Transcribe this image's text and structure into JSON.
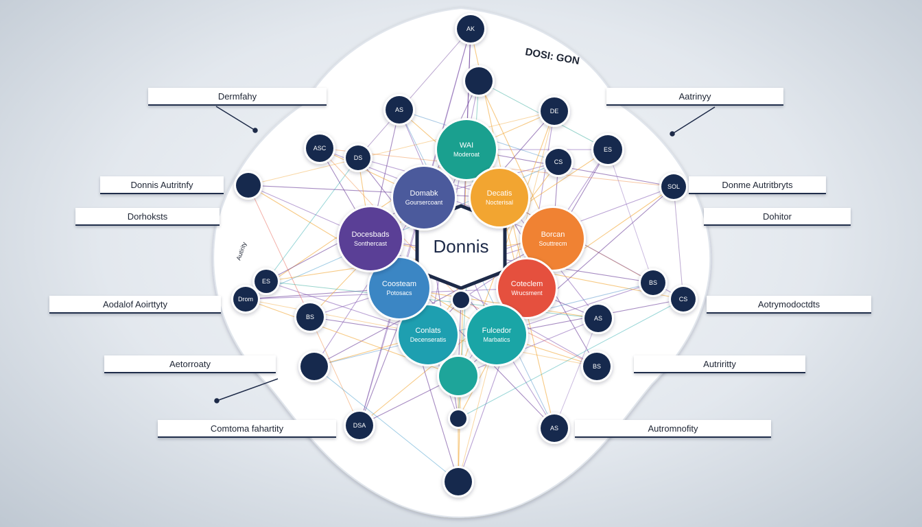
{
  "center": {
    "label": "Donnis"
  },
  "inner_circles": [
    {
      "line1": "WAI",
      "line2": "Moderoat",
      "color": "#1aa08f"
    },
    {
      "line1": "Decatis",
      "line2": "Nocterisal",
      "color": "#f2a531"
    },
    {
      "line1": "Borcan",
      "line2": "Souttrecm",
      "color": "#f08233"
    },
    {
      "line1": "Coteclem",
      "line2": "Wrucsment",
      "color": "#e5503e"
    },
    {
      "line1": "Fulcedor",
      "line2": "Marbatics",
      "color": "#1aa5a6"
    },
    {
      "line1": "Conlats",
      "line2": "Decenseratis",
      "color": "#1e9fb0"
    },
    {
      "line1": "Coosteam",
      "line2": "Potosacs",
      "color": "#3b86c4"
    },
    {
      "line1": "Docesbads",
      "line2": "Sonthercast",
      "color": "#5a3f96"
    },
    {
      "line1": "Domabk",
      "line2": "Goursercoant",
      "color": "#4b5a9c"
    },
    {
      "line1": "",
      "line2": "",
      "color": "#1ea59a"
    }
  ],
  "outer_nodes": [
    {
      "text": "AK"
    },
    {
      "text": ""
    },
    {
      "text": "AS"
    },
    {
      "text": "DE"
    },
    {
      "text": "ASC"
    },
    {
      "text": "DS"
    },
    {
      "text": "ES"
    },
    {
      "text": "CS"
    },
    {
      "text": ""
    },
    {
      "text": "SOL"
    },
    {
      "text": "ES"
    },
    {
      "text": "BS"
    },
    {
      "text": "Drom"
    },
    {
      "text": "BS"
    },
    {
      "text": "CS"
    },
    {
      "text": "AS"
    },
    {
      "text": ""
    },
    {
      "text": "BS"
    },
    {
      "text": "DSA"
    },
    {
      "text": ""
    },
    {
      "text": "AS"
    },
    {
      "text": ""
    },
    {
      "text": ""
    }
  ],
  "labels": {
    "left": [
      "Dermfahy",
      "Donnis Autritnfy",
      "Dorhoksts",
      "Aodalof Aoirttyty",
      "Aetorroaty",
      "Comtoma fahartity"
    ],
    "right": [
      "Aatrinyy",
      "Donme Autritbryts",
      "Dohitor",
      "Aotrymodoctdts",
      "Autriritty",
      "Autromnofity"
    ]
  },
  "scribbles": [
    "DOSI: GON",
    "Autirity"
  ]
}
